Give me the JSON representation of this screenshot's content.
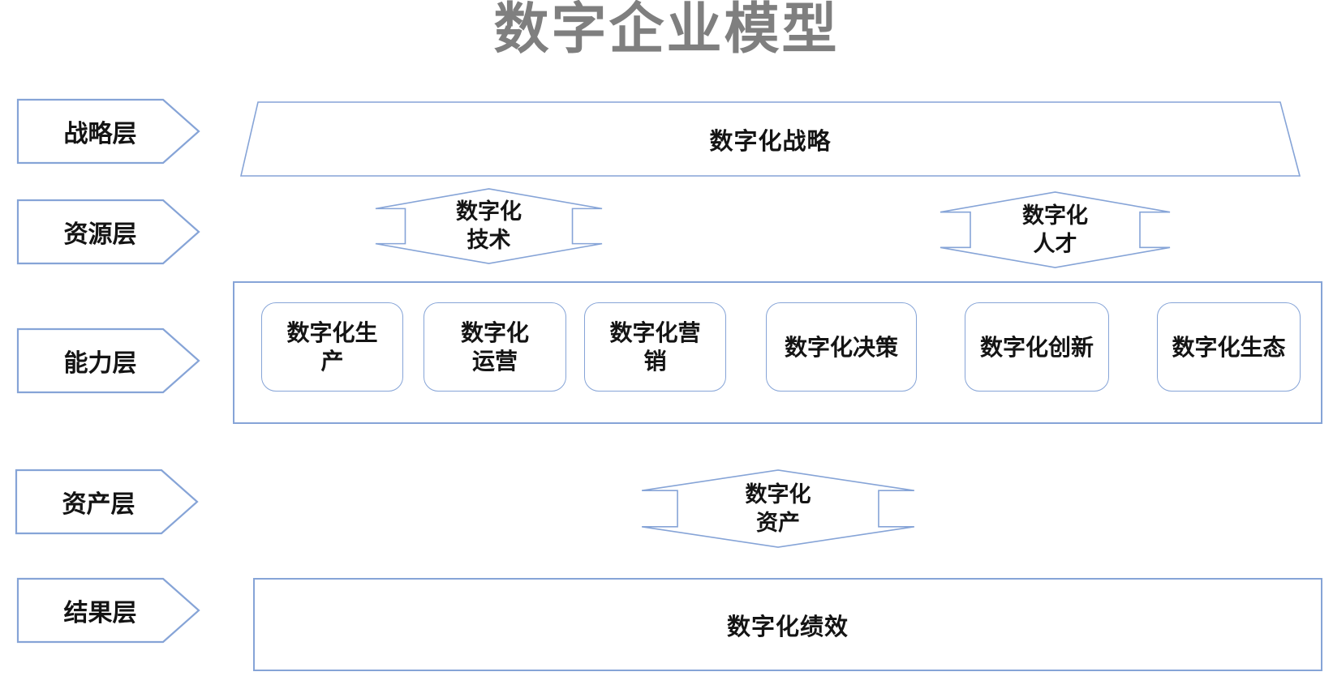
{
  "title": "数字企业模型",
  "layers": {
    "strategy": {
      "label": "战略层"
    },
    "resource": {
      "label": "资源层"
    },
    "capability": {
      "label": "能力层"
    },
    "asset": {
      "label": "资产层"
    },
    "result": {
      "label": "结果层"
    }
  },
  "strategy_bar": {
    "text": "数字化战略"
  },
  "resource_arrows": {
    "tech": {
      "line1": "数字化",
      "line2": "技术"
    },
    "talent": {
      "line1": "数字化",
      "line2": "人才"
    }
  },
  "capability_boxes": {
    "production": {
      "line1": "数字化生",
      "line2": "产"
    },
    "operation": {
      "line1": "数字化",
      "line2": "运营"
    },
    "marketing": {
      "line1": "数字化营",
      "line2": "销"
    },
    "decision": {
      "text": "数字化决策"
    },
    "innovation": {
      "text": "数字化创新"
    },
    "ecosystem": {
      "text": "数字化生态"
    }
  },
  "asset_arrow": {
    "line1": "数字化",
    "line2": "资产"
  },
  "result_bar": {
    "text": "数字化绩效"
  },
  "colors": {
    "border": "#86a4d7",
    "text": "#141414",
    "title": "#7f7f7f"
  }
}
